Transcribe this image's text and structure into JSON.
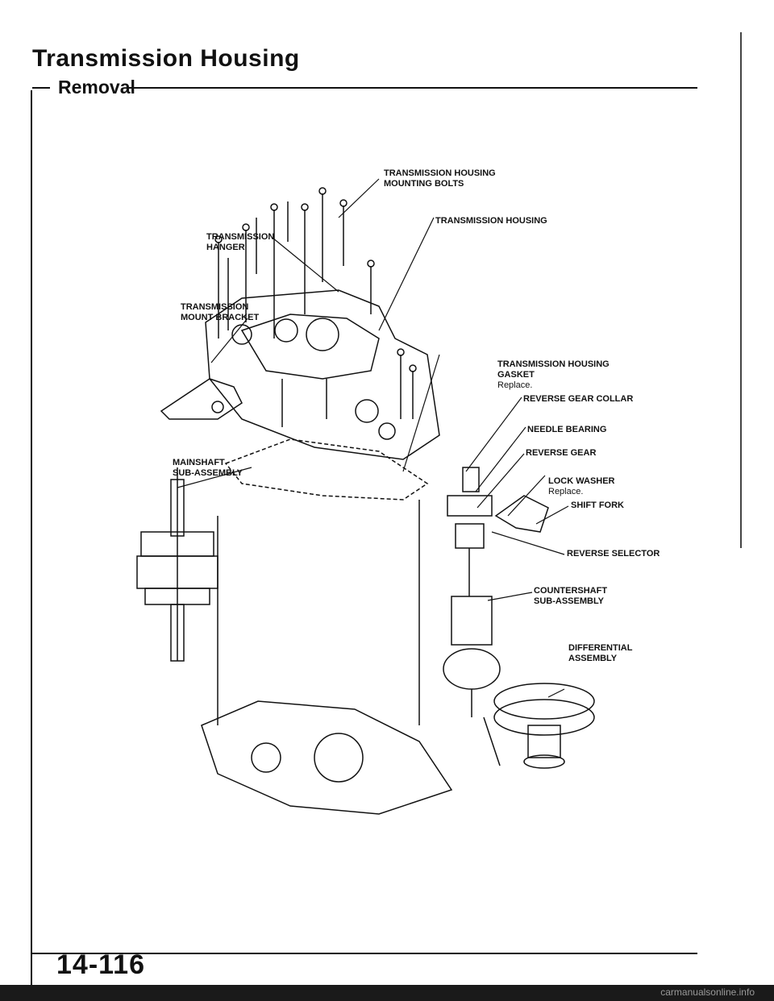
{
  "header": {
    "title": "Transmission Housing",
    "subtitle": "Removal"
  },
  "labels": {
    "mounting_bolts": "TRANSMISSION HOUSING\nMOUNTING BOLTS",
    "hanger": "TRANSMISSION\nHANGER",
    "housing": "TRANSMISSION HOUSING",
    "mount_bracket": "TRANSMISSION\nMOUNT BRACKET",
    "gasket": "TRANSMISSION HOUSING\nGASKET",
    "gasket_note": "Replace.",
    "reverse_gear_collar": "REVERSE GEAR COLLAR",
    "needle_bearing": "NEEDLE BEARING",
    "reverse_gear": "REVERSE GEAR",
    "lock_washer": "LOCK WASHER",
    "lock_washer_note": "Replace.",
    "mainshaft": "MAINSHAFT\nSUB-ASSEMBLY",
    "shift_fork": "SHIFT FORK",
    "reverse_selector": "REVERSE SELECTOR",
    "countershaft": "COUNTERSHAFT\nSUB-ASSEMBLY",
    "differential": "DIFFERENTIAL\nASSEMBLY"
  },
  "footer": {
    "page_number": "14-116",
    "watermark": "carmanualsonline.info"
  }
}
